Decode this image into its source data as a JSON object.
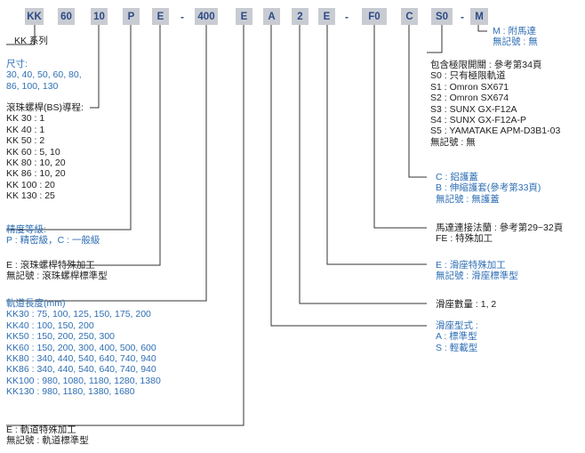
{
  "code_boxes": [
    "KK",
    "60",
    "10",
    "P",
    "E",
    "400",
    "E",
    "A",
    "2",
    "E",
    "F0",
    "C",
    "S0",
    "M"
  ],
  "separators": [
    "-",
    "-",
    "-"
  ],
  "colors": {
    "box_bg": "#c8ccd2",
    "box_text": "#2d4a86",
    "label_blue": "#2f6fb4",
    "label_dark": "#222222",
    "line": "#333333"
  },
  "labels": {
    "series": "KK 系列",
    "size": {
      "title": "尺寸:",
      "lines": [
        "30, 40, 50, 60, 80,",
        "86, 100, 130"
      ]
    },
    "lead": {
      "title": "滾珠螺桿(BS)導程:",
      "lines": [
        "KK 30 : 1",
        "KK 40 : 1",
        "KK 50 : 2",
        "KK 60 :  5, 10",
        "KK 80 : 10, 20",
        "KK 86 :  10, 20",
        "KK 100 :  20",
        "KK 130 :  25"
      ]
    },
    "precision": {
      "title": "精度等級:",
      "line": "P : 精密級，C : 一般級"
    },
    "ballscrew_special": {
      "line1": "E : 滾珠螺桿特殊加工",
      "line2": "無記號 : 滾珠螺桿標準型"
    },
    "rail_length": {
      "title": "軌道長度(mm)",
      "lines": [
        "KK30 : 75, 100, 125, 150, 175, 200",
        "KK40 : 100, 150, 200",
        "KK50 : 150, 200, 250, 300",
        "KK60 : 150, 200, 300,  400,  500, 600",
        "KK80 : 340, 440, 540, 640, 740, 940",
        "KK86 : 340, 440, 540, 640, 740, 940",
        "KK100 : 980, 1080, 1180, 1280, 1380",
        "KK130 : 980, 1180, 1380, 1680"
      ]
    },
    "rail_special": {
      "line1": "E : 軌道特殊加工",
      "line2": "無記號 : 軌道標準型"
    },
    "motor": {
      "line1": "M : 附馬達",
      "line2": "無記號 : 無"
    },
    "sensor": {
      "title": "包含極限開關 : 參考第34頁",
      "lines": [
        "S0 :  只有極限軌道",
        "S1 : Omron SX671",
        "S2 : Omron SX674",
        "S3 : SUNX GX-F12A",
        "S4 :  SUNX GX-F12A-P",
        "S5 :  YAMATAKE APM-D3B1-03",
        "無記號 : 無"
      ]
    },
    "cover": {
      "lines": [
        "C : 鋁護蓋",
        "B : 伸縮護套(參考第33頁)",
        "無記號 : 無護蓋"
      ]
    },
    "flange": {
      "line1": "馬達連接法蘭 : 參考第29~32頁",
      "line2": "FE : 特殊加工"
    },
    "slider_special": {
      "line1": "E : 滑座特殊加工",
      "line2": "無記號 : 滑座標準型"
    },
    "slider_count": "滑座數量 : 1, 2",
    "slider_type": {
      "title": "滑座型式 :",
      "lines": [
        "A : 標準型",
        "S : 輕載型"
      ]
    }
  }
}
